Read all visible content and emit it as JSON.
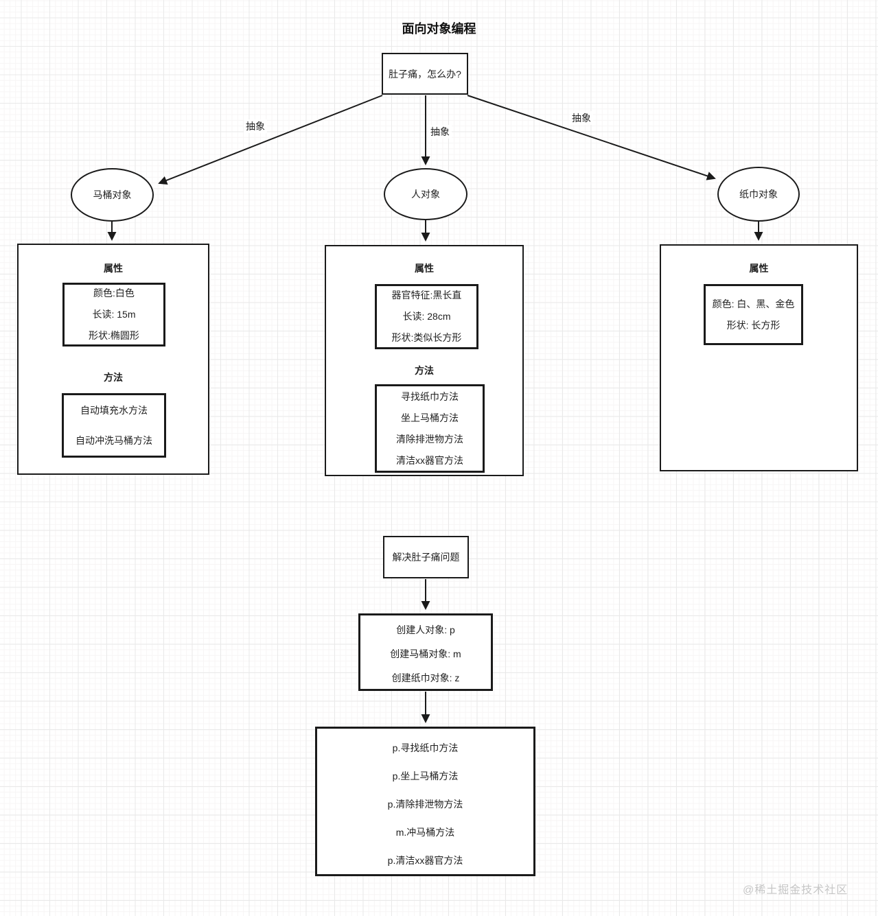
{
  "title": "面向对象编程",
  "problem_box": {
    "label": "肚子痛，怎么办?"
  },
  "edges": [
    {
      "label": "抽象"
    },
    {
      "label": "抽象"
    },
    {
      "label": "抽象"
    }
  ],
  "objects": [
    {
      "name": "马桶对象",
      "attr_header": "属性",
      "attributes": [
        "颜色:白色",
        "长读: 15m",
        "形状:椭圆形"
      ],
      "method_header": "方法",
      "methods": [
        "自动填充水方法",
        "自动冲洗马桶方法"
      ]
    },
    {
      "name": "人对象",
      "attr_header": "属性",
      "attributes": [
        "器官特征:黑长直",
        "长读: 28cm",
        "形状:类似长方形"
      ],
      "method_header": "方法",
      "methods": [
        "寻找纸巾方法",
        "坐上马桶方法",
        "清除排泄物方法",
        "清洁xx器官方法"
      ]
    },
    {
      "name": "纸巾对象",
      "attr_header": "属性",
      "attributes": [
        "颜色: 白、黑、金色",
        "形状: 长方形"
      ]
    }
  ],
  "solve_box": {
    "label": "解决肚子痛问题"
  },
  "create_box": {
    "lines": [
      "创建人对象: p",
      "创建马桶对象: m",
      "创建纸巾对象: z"
    ]
  },
  "invoke_box": {
    "lines": [
      "p.寻找纸巾方法",
      "p.坐上马桶方法",
      "p.清除排泄物方法",
      "m.冲马桶方法",
      "p.清洁xx器官方法"
    ]
  },
  "watermark": "@稀土掘金技术社区",
  "colors": {
    "stroke": "#1a1a1a",
    "grid_major": "#e9e9e9",
    "watermark": "#c6c6c6"
  }
}
